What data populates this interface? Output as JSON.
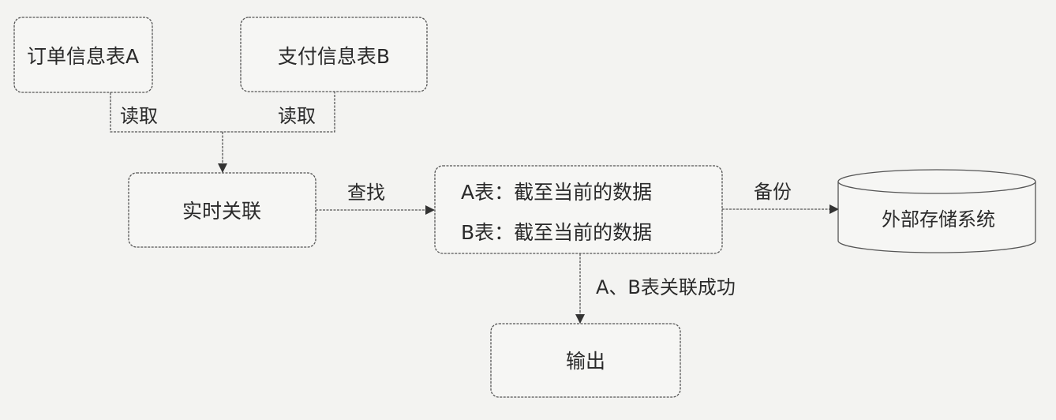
{
  "nodes": {
    "order_table": "订单信息表A",
    "payment_table": "支付信息表B",
    "realtime_join": "实时关联",
    "state_a": "A表：截至当前的数据",
    "state_b": "B表：截至当前的数据",
    "external_storage": "外部存储系统",
    "output": "输出"
  },
  "edges": {
    "read_a": "读取",
    "read_b": "读取",
    "lookup": "查找",
    "backup": "备份",
    "join_success": "A、B表关联成功"
  }
}
